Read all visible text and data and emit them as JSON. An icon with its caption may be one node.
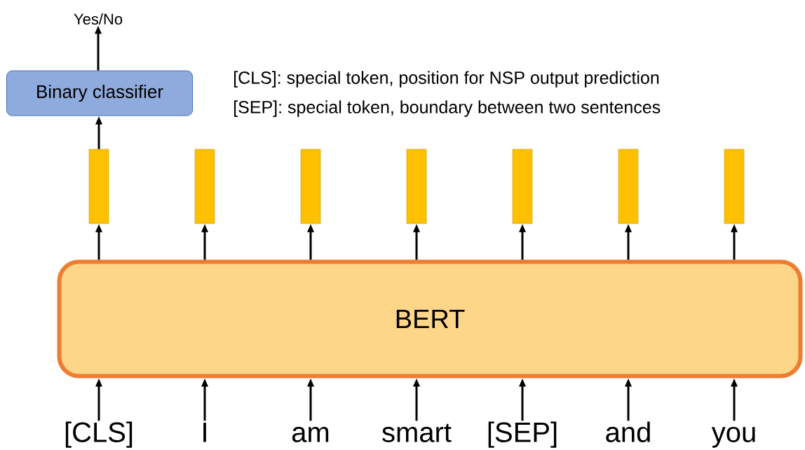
{
  "diagram": {
    "nodes": [
      {
        "text": [
          "Yes/No"
        ]
      },
      {
        "text": [
          "Binary classifier"
        ]
      },
      {
        "text": [],
        "shape": "bar"
      },
      {
        "text": [],
        "shape": "bar"
      },
      {
        "text": [],
        "shape": "bar"
      },
      {
        "text": [],
        "shape": "bar"
      },
      {
        "text": [],
        "shape": "bar"
      },
      {
        "text": [],
        "shape": "bar"
      },
      {
        "text": [],
        "shape": "bar"
      },
      {
        "text": [
          "BERT"
        ]
      },
      {
        "text": [
          "[CLS]"
        ]
      },
      {
        "text": [
          "I"
        ]
      },
      {
        "text": [
          "am"
        ]
      },
      {
        "text": [
          "smart"
        ]
      },
      {
        "text": [
          "[SEP]"
        ]
      },
      {
        "text": [
          "and"
        ]
      },
      {
        "text": [
          "you"
        ]
      }
    ],
    "edges": [
      {
        "from": 1,
        "to": 0,
        "arrow": "to"
      },
      {
        "from": 2,
        "to": 1,
        "arrow": "to"
      },
      {
        "from": 9,
        "to": 2,
        "arrow": "to"
      },
      {
        "from": 9,
        "to": 3,
        "arrow": "to"
      },
      {
        "from": 9,
        "to": 4,
        "arrow": "to"
      },
      {
        "from": 9,
        "to": 5,
        "arrow": "to"
      },
      {
        "from": 9,
        "to": 6,
        "arrow": "to"
      },
      {
        "from": 9,
        "to": 7,
        "arrow": "to"
      },
      {
        "from": 9,
        "to": 8,
        "arrow": "to"
      },
      {
        "from": 10,
        "to": 9,
        "arrow": "to"
      },
      {
        "from": 11,
        "to": 9,
        "arrow": "to"
      },
      {
        "from": 12,
        "to": 9,
        "arrow": "to"
      },
      {
        "from": 13,
        "to": 9,
        "arrow": "to"
      },
      {
        "from": 14,
        "to": 9,
        "arrow": "to"
      },
      {
        "from": 15,
        "to": 9,
        "arrow": "to"
      },
      {
        "from": 16,
        "to": 9,
        "arrow": "to"
      }
    ],
    "labels": [
      "[CLS]: special token, position for NSP output prediction",
      "[SEP]: special token, boundary between two sentences"
    ]
  }
}
